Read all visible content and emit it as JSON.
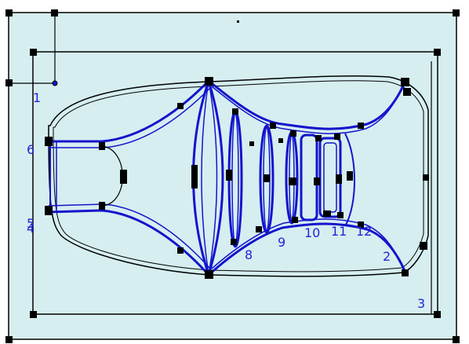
{
  "colors": {
    "canvas_fill": "#d6eef0",
    "frame_stroke": "#000000",
    "curve_blue": "#1414cc",
    "curve_black": "#000000",
    "handle_fill": "#000000",
    "label_color": "#2424d6",
    "page_bg": "#ffffff"
  },
  "labels": {
    "l1": "1",
    "l2": "2",
    "l3": "3",
    "l4": "4",
    "l5": "5",
    "l6": "6",
    "l8": "8",
    "l9": "9",
    "l10": "10",
    "l11": "11",
    "l12": "12"
  }
}
